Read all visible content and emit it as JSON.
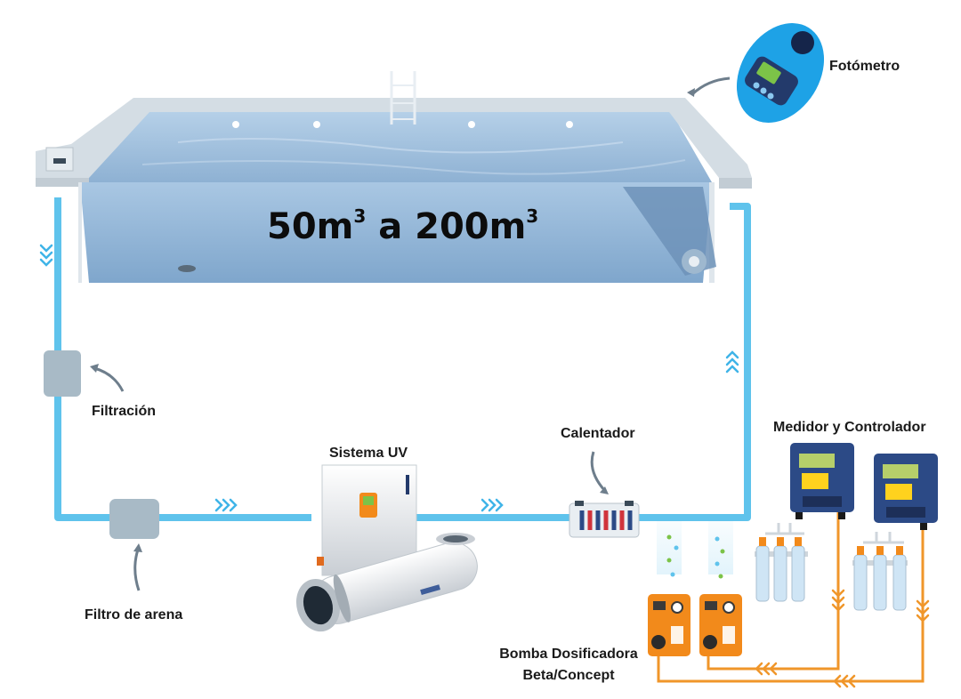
{
  "pool": {
    "volume_from": "50m",
    "volume_connector": " a ",
    "volume_to": "200m",
    "volume_exponent": "3"
  },
  "labels": {
    "fotometro": "Fotómetro",
    "filtracion": "Filtración",
    "filtro_arena": "Filtro de arena",
    "sistema_uv": "Sistema UV",
    "calentador": "Calentador",
    "medidor": "Medidor y Controlador",
    "bomba_line1": "Bomba Dosificadora",
    "bomba_line2": "Beta/Concept"
  },
  "colors": {
    "water_pipe": "#5fc3ec",
    "dosing_pipe": "#f0962a",
    "pool_water": "#8fb4d6",
    "pool_rim": "#d4dde4",
    "pump_orange": "#f28a1b",
    "controller_blue": "#2c4a86",
    "photometer_blue": "#1ea2e6",
    "arrow_gray": "#6e7e8c"
  },
  "icons": [
    "photometer-icon",
    "filter-unit-icon",
    "uv-sterilizer-icon",
    "heater-icon",
    "controller-icon",
    "dosing-pump-icon",
    "flow-cell-icon",
    "flow-chevron-icon"
  ]
}
